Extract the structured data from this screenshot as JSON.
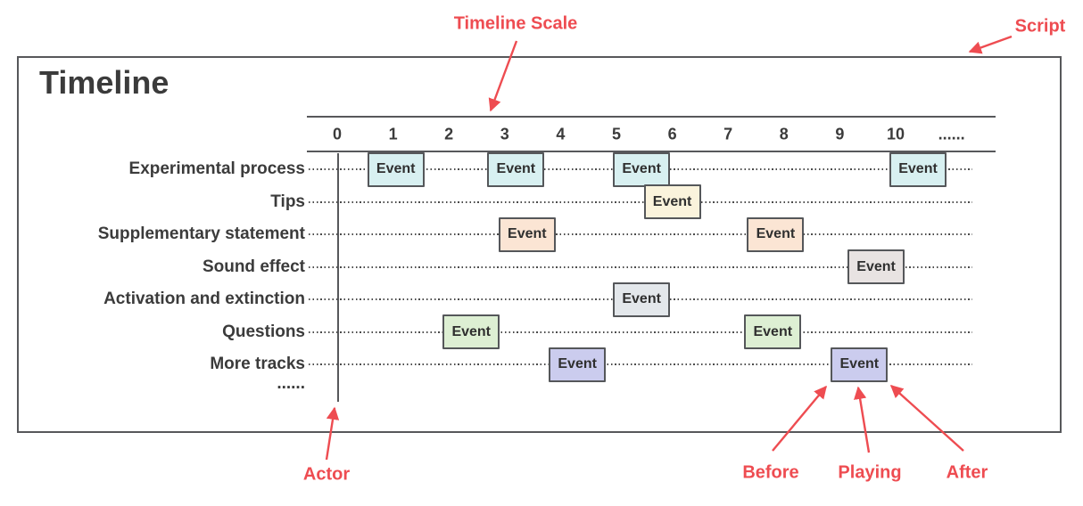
{
  "frame": {
    "title": "Timeline"
  },
  "annotations": {
    "timeline_scale": "Timeline Scale",
    "script": "Script",
    "actor": "Actor",
    "before": "Before",
    "playing": "Playing",
    "after": "After"
  },
  "colors": {
    "annotation_red": "#ee4c51",
    "frame_border": "#57585b",
    "text_dark": "#3b3b3b",
    "event_border": "#55575a"
  },
  "chart_data": {
    "type": "timeline",
    "title": "Timeline",
    "event_label": "Event",
    "scale_ticks": [
      "0",
      "1",
      "2",
      "3",
      "4",
      "5",
      "6",
      "7",
      "8",
      "9",
      "10",
      "......"
    ],
    "scale_range": [
      0,
      10
    ],
    "tracks": [
      {
        "label": "Experimental process",
        "color": "#d8f0f1",
        "events": [
          1.05,
          3.2,
          5.45,
          10.4
        ]
      },
      {
        "label": "Tips",
        "color": "#faf3dc",
        "events": [
          6.0
        ]
      },
      {
        "label": "Supplementary statement",
        "color": "#fbe5d4",
        "events": [
          3.4,
          7.85
        ]
      },
      {
        "label": "Sound effect",
        "color": "#e8e3e2",
        "events": [
          9.65
        ]
      },
      {
        "label": "Activation and extinction",
        "color": "#e3e7eb",
        "events": [
          5.45
        ]
      },
      {
        "label": "Questions",
        "color": "#ddefd3",
        "events": [
          2.4,
          7.8
        ]
      },
      {
        "label": "More tracks",
        "color": "#cbccee",
        "events": [
          4.3,
          9.35
        ]
      },
      {
        "label": "......",
        "color": null,
        "events": null
      }
    ]
  }
}
